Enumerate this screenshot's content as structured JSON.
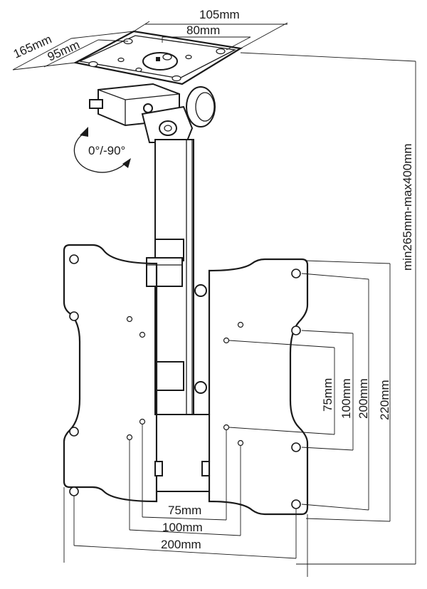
{
  "labels": {
    "top_width_outer": "105mm",
    "top_width_inner": "80mm",
    "top_depth_outer": "165mm",
    "top_depth_inner": "95mm",
    "tilt_range": "0°/-90°",
    "height_range": "min265mm-max400mm",
    "vesa_v_75": "75mm",
    "vesa_v_100": "100mm",
    "vesa_v_200": "200mm",
    "vesa_v_220": "220mm",
    "vesa_h_75": "75mm",
    "vesa_h_100": "100mm",
    "vesa_h_200": "200mm"
  }
}
